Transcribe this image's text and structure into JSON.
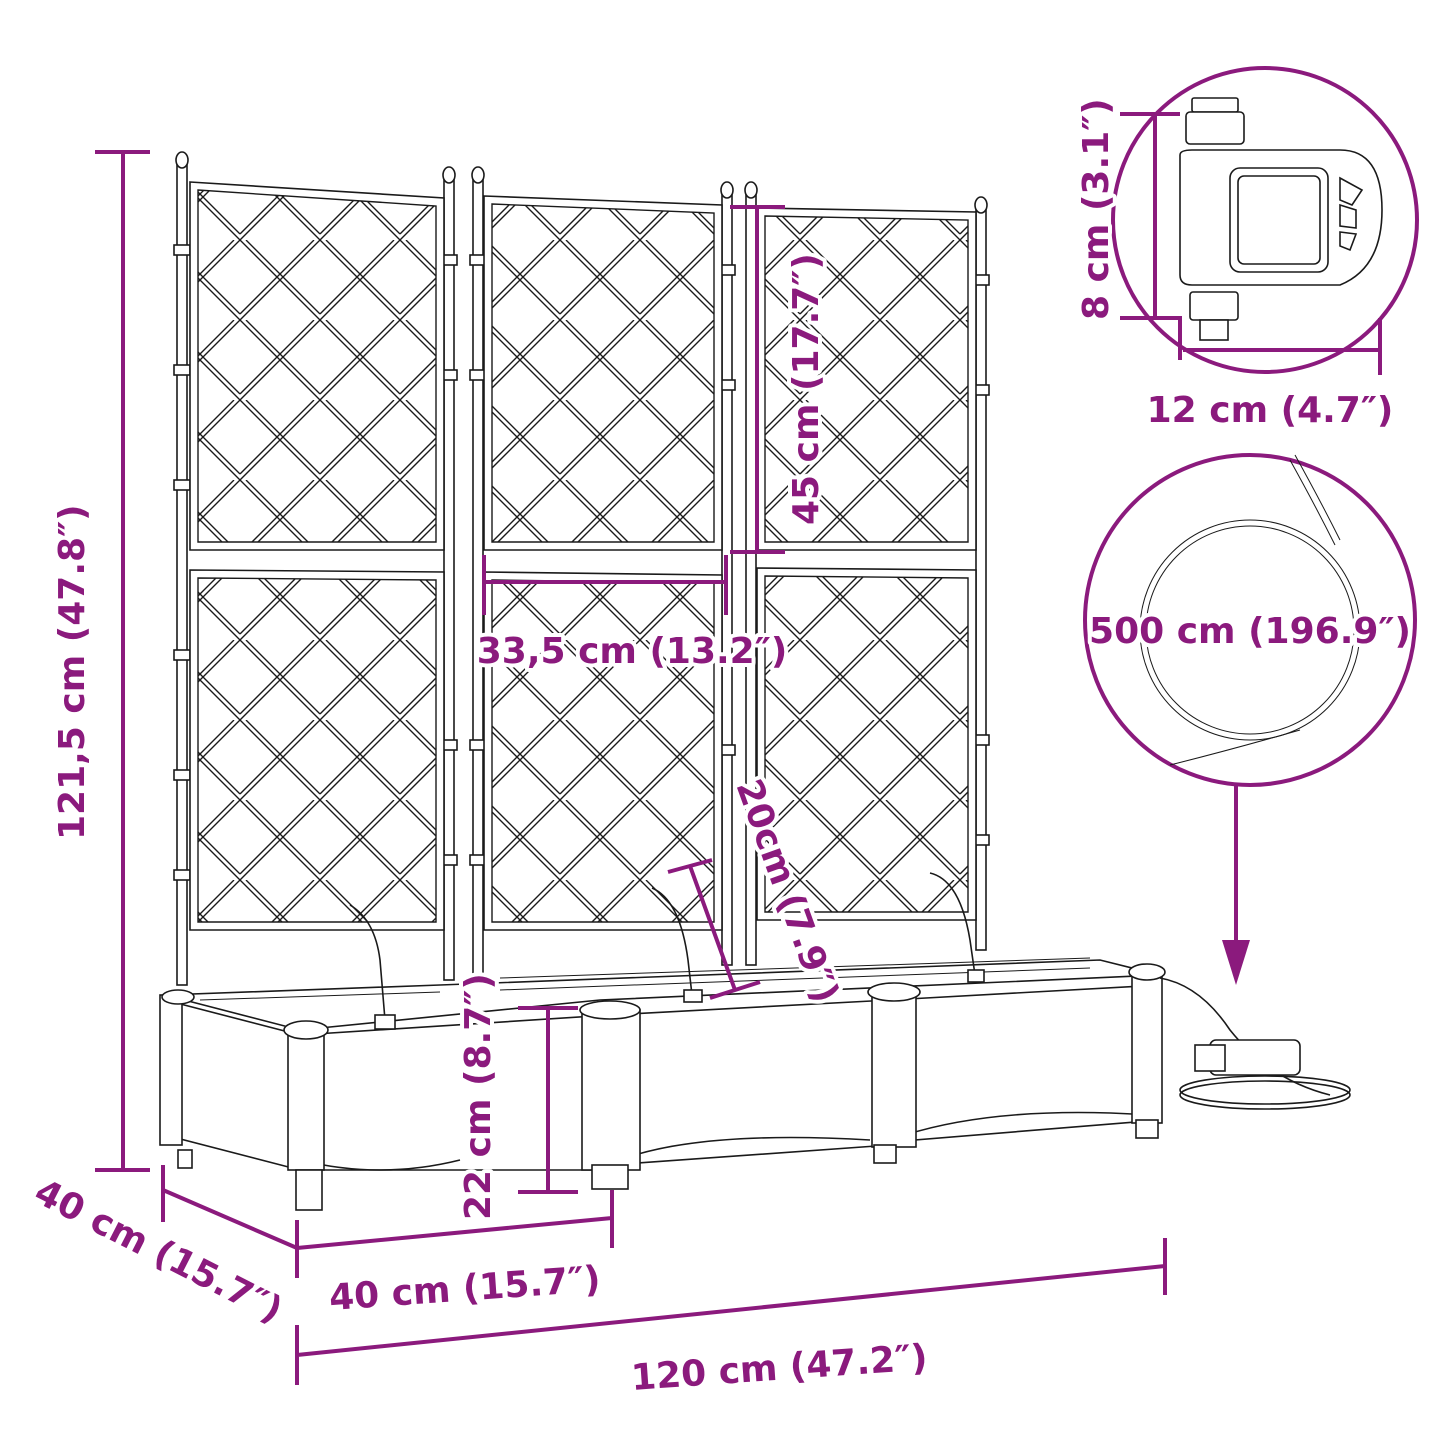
{
  "diagram": {
    "subject": "Planter with trellis and automatic watering timer",
    "accent_color": "#8b1a7d",
    "line_color": "#1a1a1a",
    "background": "#ffffff"
  },
  "dimensions": {
    "total_height": "121,5 cm (47.8″)",
    "trellis_panel_height": "45 cm (17.7″)",
    "trellis_panel_width": "33,5 cm (13.2″)",
    "stake_height": "20cm (7.9″)",
    "box_height": "22 cm (8.7″)",
    "depth": "40 cm (15.7″)",
    "module_width": "40 cm (15.7″)",
    "total_width": "120 cm (47.2″)"
  },
  "insets": {
    "timer": {
      "height_label": "8 cm (3.1″)",
      "width_label": "12 cm (4.7″)"
    },
    "hose": {
      "length_label": "500 cm (196.9″)"
    }
  },
  "icons": {
    "callout_arrow": "arrow-down-icon"
  }
}
